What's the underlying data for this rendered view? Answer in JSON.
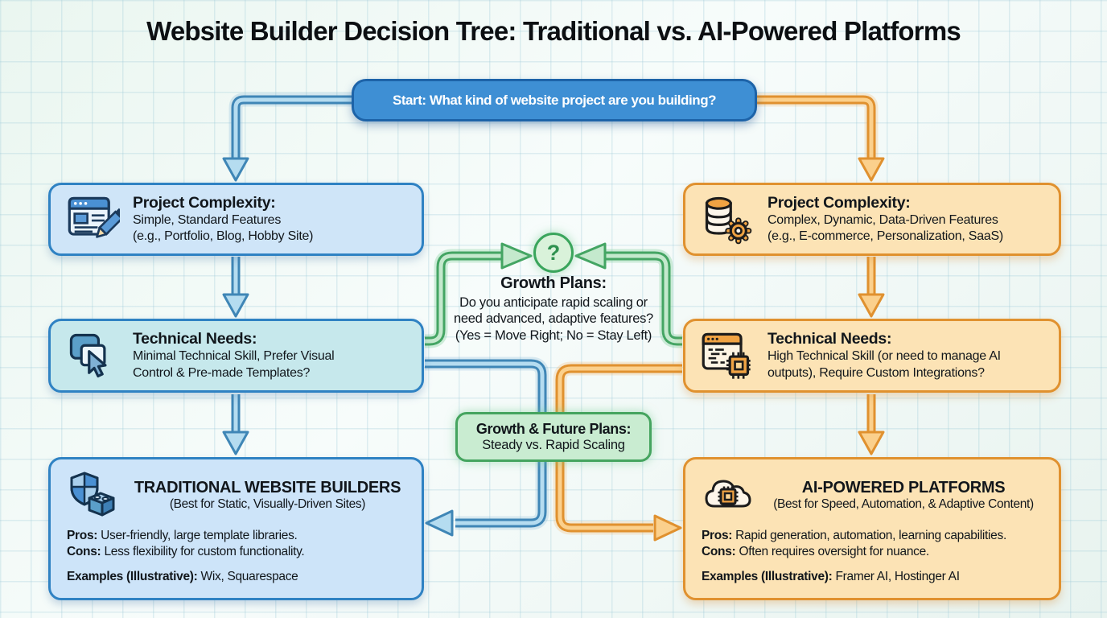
{
  "title": "Website Builder Decision Tree: Traditional vs. AI-Powered Platforms",
  "start": {
    "label": "Start: What kind of website project are you building?"
  },
  "center": {
    "question_mark": "?",
    "growth_plans": {
      "heading": "Growth Plans:",
      "line1": "Do you anticipate rapid scaling or",
      "line2": "need advanced, adaptive features?",
      "line3": "(Yes = Move Right; No = Stay Left)"
    },
    "growth_box": {
      "heading": "Growth & Future Plans:",
      "line": "Steady vs. Rapid Scaling"
    }
  },
  "left_branch": {
    "complexity": {
      "icon": "webpage-pencil-icon",
      "heading": "Project Complexity:",
      "line1": "Simple, Standard Features",
      "line2": "(e.g., Portfolio, Blog, Hobby Site)"
    },
    "technical": {
      "icon": "screens-cursor-icon",
      "heading": "Technical Needs:",
      "line1": "Minimal Technical Skill, Prefer Visual",
      "line2": "Control & Pre-made Templates?"
    },
    "result": {
      "icon": "shield-brick-icon",
      "heading": "TRADITIONAL WEBSITE BUILDERS",
      "subheading": "(Best for Static, Visually-Driven Sites)",
      "pros_label": "Pros:",
      "pros_text": "User-friendly, large template libraries.",
      "cons_label": "Cons:",
      "cons_text": "Less flexibility for custom functionality.",
      "examples_label": "Examples (Illustrative):",
      "examples_text": "Wix, Squarespace"
    }
  },
  "right_branch": {
    "complexity": {
      "icon": "database-gear-icon",
      "heading": "Project Complexity:",
      "line1": "Complex, Dynamic, Data-Driven Features",
      "line2": "(e.g., E-commerce, Personalization, SaaS)"
    },
    "technical": {
      "icon": "code-window-chip-icon",
      "heading": "Technical Needs:",
      "line1": "High Technical Skill (or need to manage AI",
      "line2": "outputs), Require Custom Integrations?"
    },
    "result": {
      "icon": "cloud-chip-icon",
      "heading": "AI-POWERED PLATFORMS",
      "subheading": "(Best for Speed, Automation, & Adaptive Content)",
      "pros_label": "Pros:",
      "pros_text": "Rapid generation, automation, learning capabilities.",
      "cons_label": "Cons:",
      "cons_text": "Often requires oversight for nuance.",
      "examples_label": "Examples (Illustrative):",
      "examples_text": "Framer AI, Hostinger AI"
    }
  },
  "colors": {
    "start_fill": "#3e8fd4",
    "blue_border": "#2f82c3",
    "blue_fill": "#cfe5f8",
    "orange_border": "#e0912f",
    "orange_fill": "#fce3b5",
    "green_border": "#45a45f",
    "green_fill": "#c9ecd1"
  }
}
